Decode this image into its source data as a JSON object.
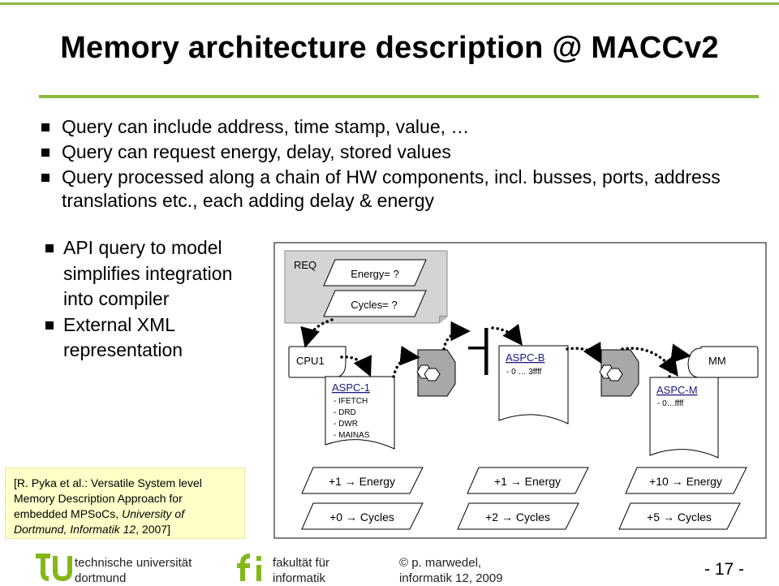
{
  "slide": {
    "title": "Memory architecture description @ MACCv2",
    "bullets": [
      "Query can include address, time stamp, value, …",
      "Query can request energy, delay, stored values",
      "Query processed along a chain of HW components, incl. busses, ports, address translations etc., each adding delay & energy"
    ],
    "left_bullets": [
      "API query to model simplifies integration into compiler",
      "External XML representation"
    ],
    "citation": {
      "pre": "[R. Pyka et al.: Versatile System level Memory Description Approach for embedded MPSoCs, ",
      "italic": "University of Dortmund, Informatik 12",
      "post": ", 2007]"
    }
  },
  "diagram": {
    "req_label": "REQ",
    "energy_query": "Energy= ?",
    "cycles_query": "Cycles= ?",
    "cpu_label": "CPU1",
    "mm_label": "MM",
    "aspc1": {
      "title": "ASPC-1",
      "lines": [
        "- IFETCH",
        "- DRD",
        "- DWR",
        "- MAINAS"
      ]
    },
    "aspcb": {
      "title": "ASPC-B",
      "lines": [
        "- 0 … 3ffff"
      ]
    },
    "aspcm": {
      "title": "ASPC-M",
      "lines": [
        "- 0…ffff"
      ]
    },
    "costs": [
      {
        "energy": "+1  Energy",
        "cycles": "+0  Cycles"
      },
      {
        "energy": "+1  Energy",
        "cycles": "+2  Cycles"
      },
      {
        "energy": "+10  Energy",
        "cycles": "+5  Cycles"
      }
    ],
    "arrow_glyph": "→"
  },
  "footer": {
    "uni_line1": "technische universität",
    "uni_line2": "dortmund",
    "fak_line1": "fakultät für",
    "fak_line2": "informatik",
    "copy_line1": "© p. marwedel,",
    "copy_line2": "informatik 12,  2009",
    "page": "- 17 -"
  },
  "colors": {
    "accent_green": "#8cb83c",
    "logo_green": "#84b81a",
    "box_gray": "#d4d4d4",
    "citation_bg": "#ffffc8"
  }
}
